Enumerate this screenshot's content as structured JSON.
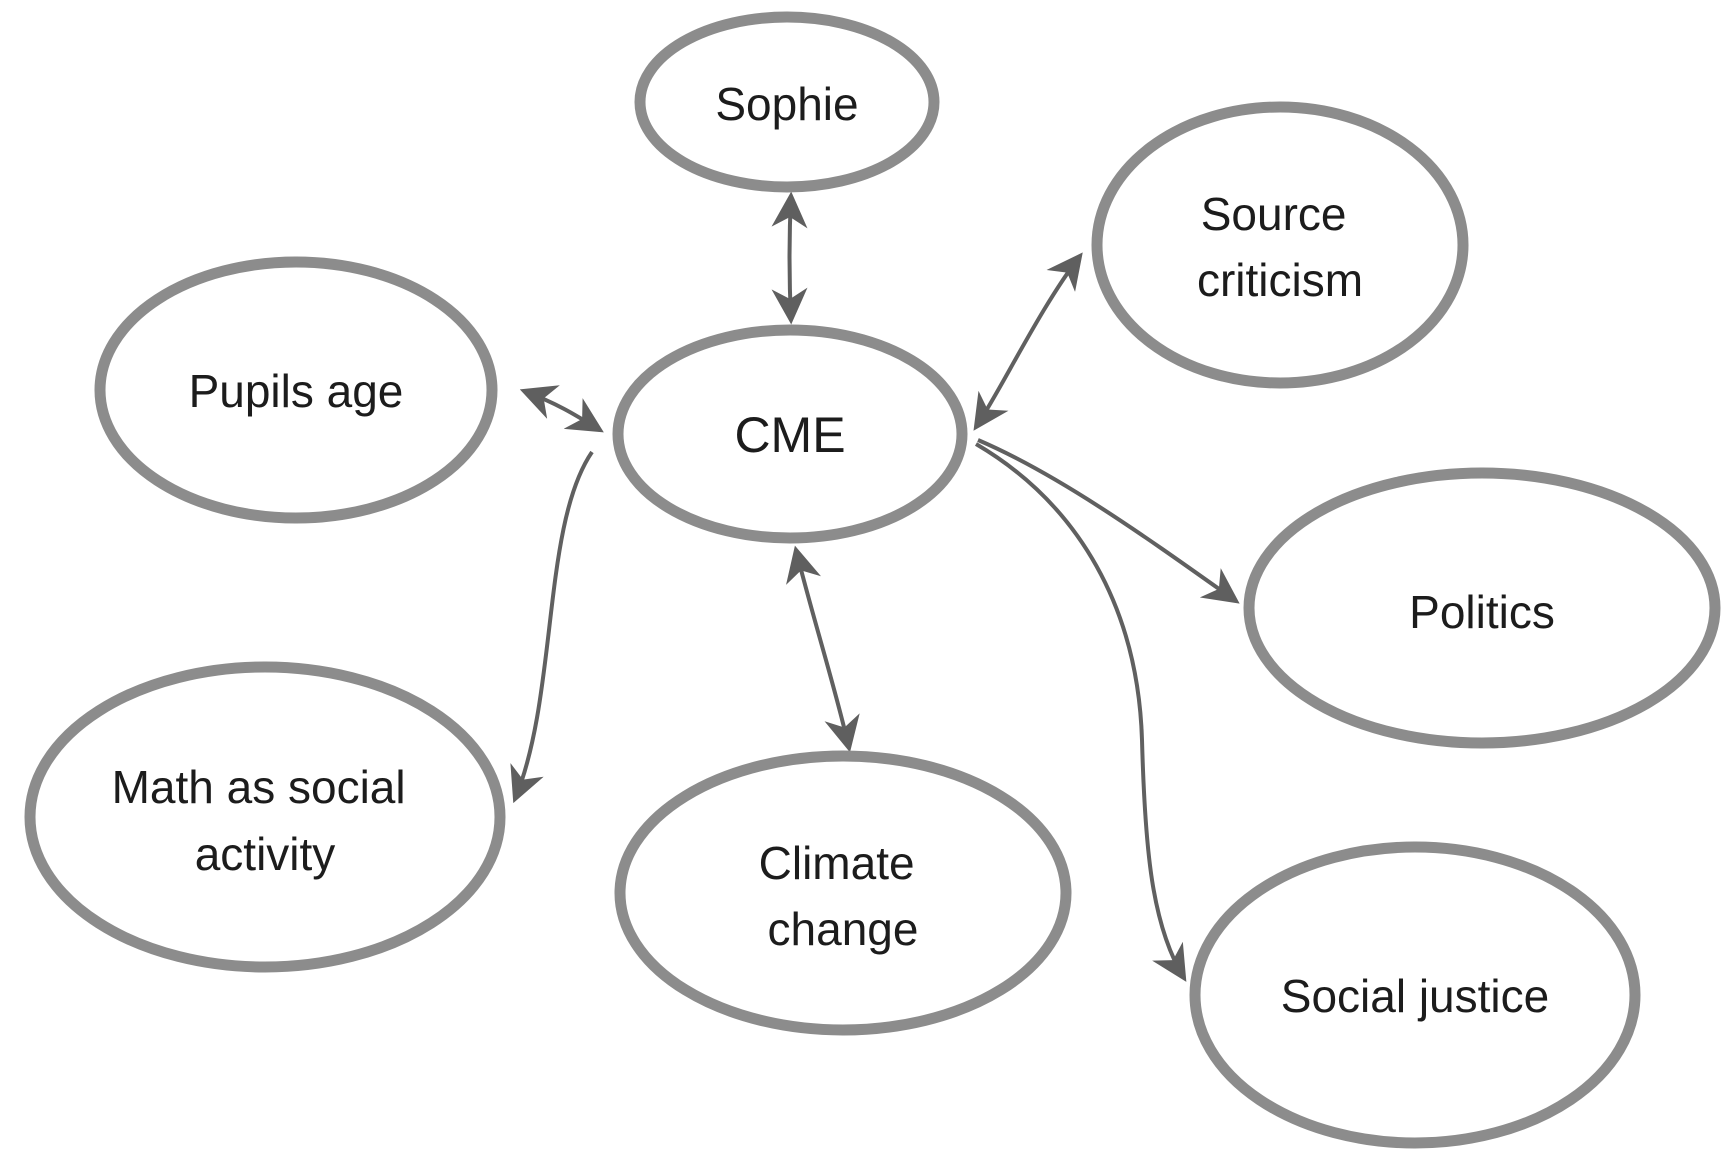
{
  "diagram": {
    "type": "concept-map",
    "background": "#ffffff",
    "colors": {
      "node_stroke": "#8c8c8c",
      "node_fill": "#ffffff",
      "edge": "#606060",
      "text": "#1c1c1c"
    },
    "nodes": {
      "sophie": {
        "label": "Sophie"
      },
      "pupils_age": {
        "label": "Pupils age"
      },
      "cme": {
        "label": "CME"
      },
      "source_criticism": {
        "lines": [
          "Source",
          "criticism"
        ]
      },
      "politics": {
        "label": "Politics"
      },
      "math_social": {
        "lines": [
          "Math as social",
          "activity"
        ]
      },
      "climate_change": {
        "lines": [
          "Climate",
          "change"
        ]
      },
      "social_justice": {
        "label": "Social justice"
      }
    },
    "edges": [
      {
        "from": "Sophie",
        "to": "CME",
        "arrows": "both"
      },
      {
        "from": "Pupils age",
        "to": "CME",
        "arrows": "both"
      },
      {
        "from": "CME",
        "to": "Math as social activity",
        "arrows": "to"
      },
      {
        "from": "CME",
        "to": "Climate change",
        "arrows": "both"
      },
      {
        "from": "CME",
        "to": "Source criticism",
        "arrows": "both"
      },
      {
        "from": "CME",
        "to": "Politics",
        "arrows": "to"
      },
      {
        "from": "CME",
        "to": "Social justice",
        "arrows": "to"
      }
    ]
  }
}
